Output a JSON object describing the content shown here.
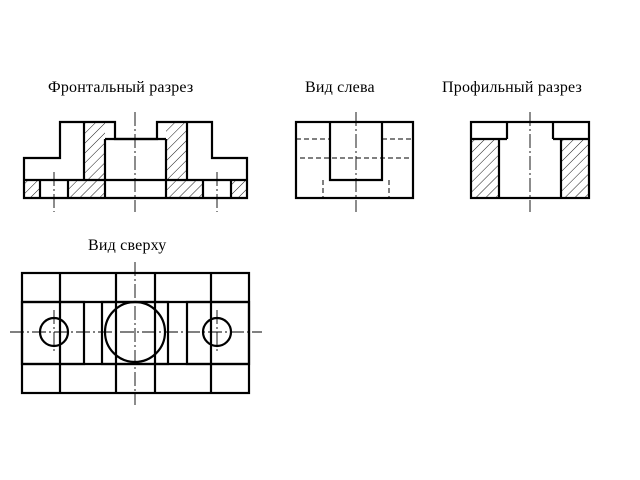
{
  "captions": {
    "frontal_section": "Фронтальный разрез",
    "left_view": "Вид слева",
    "profile_section": "Профильный разрез",
    "top_view": "Вид сверху"
  }
}
